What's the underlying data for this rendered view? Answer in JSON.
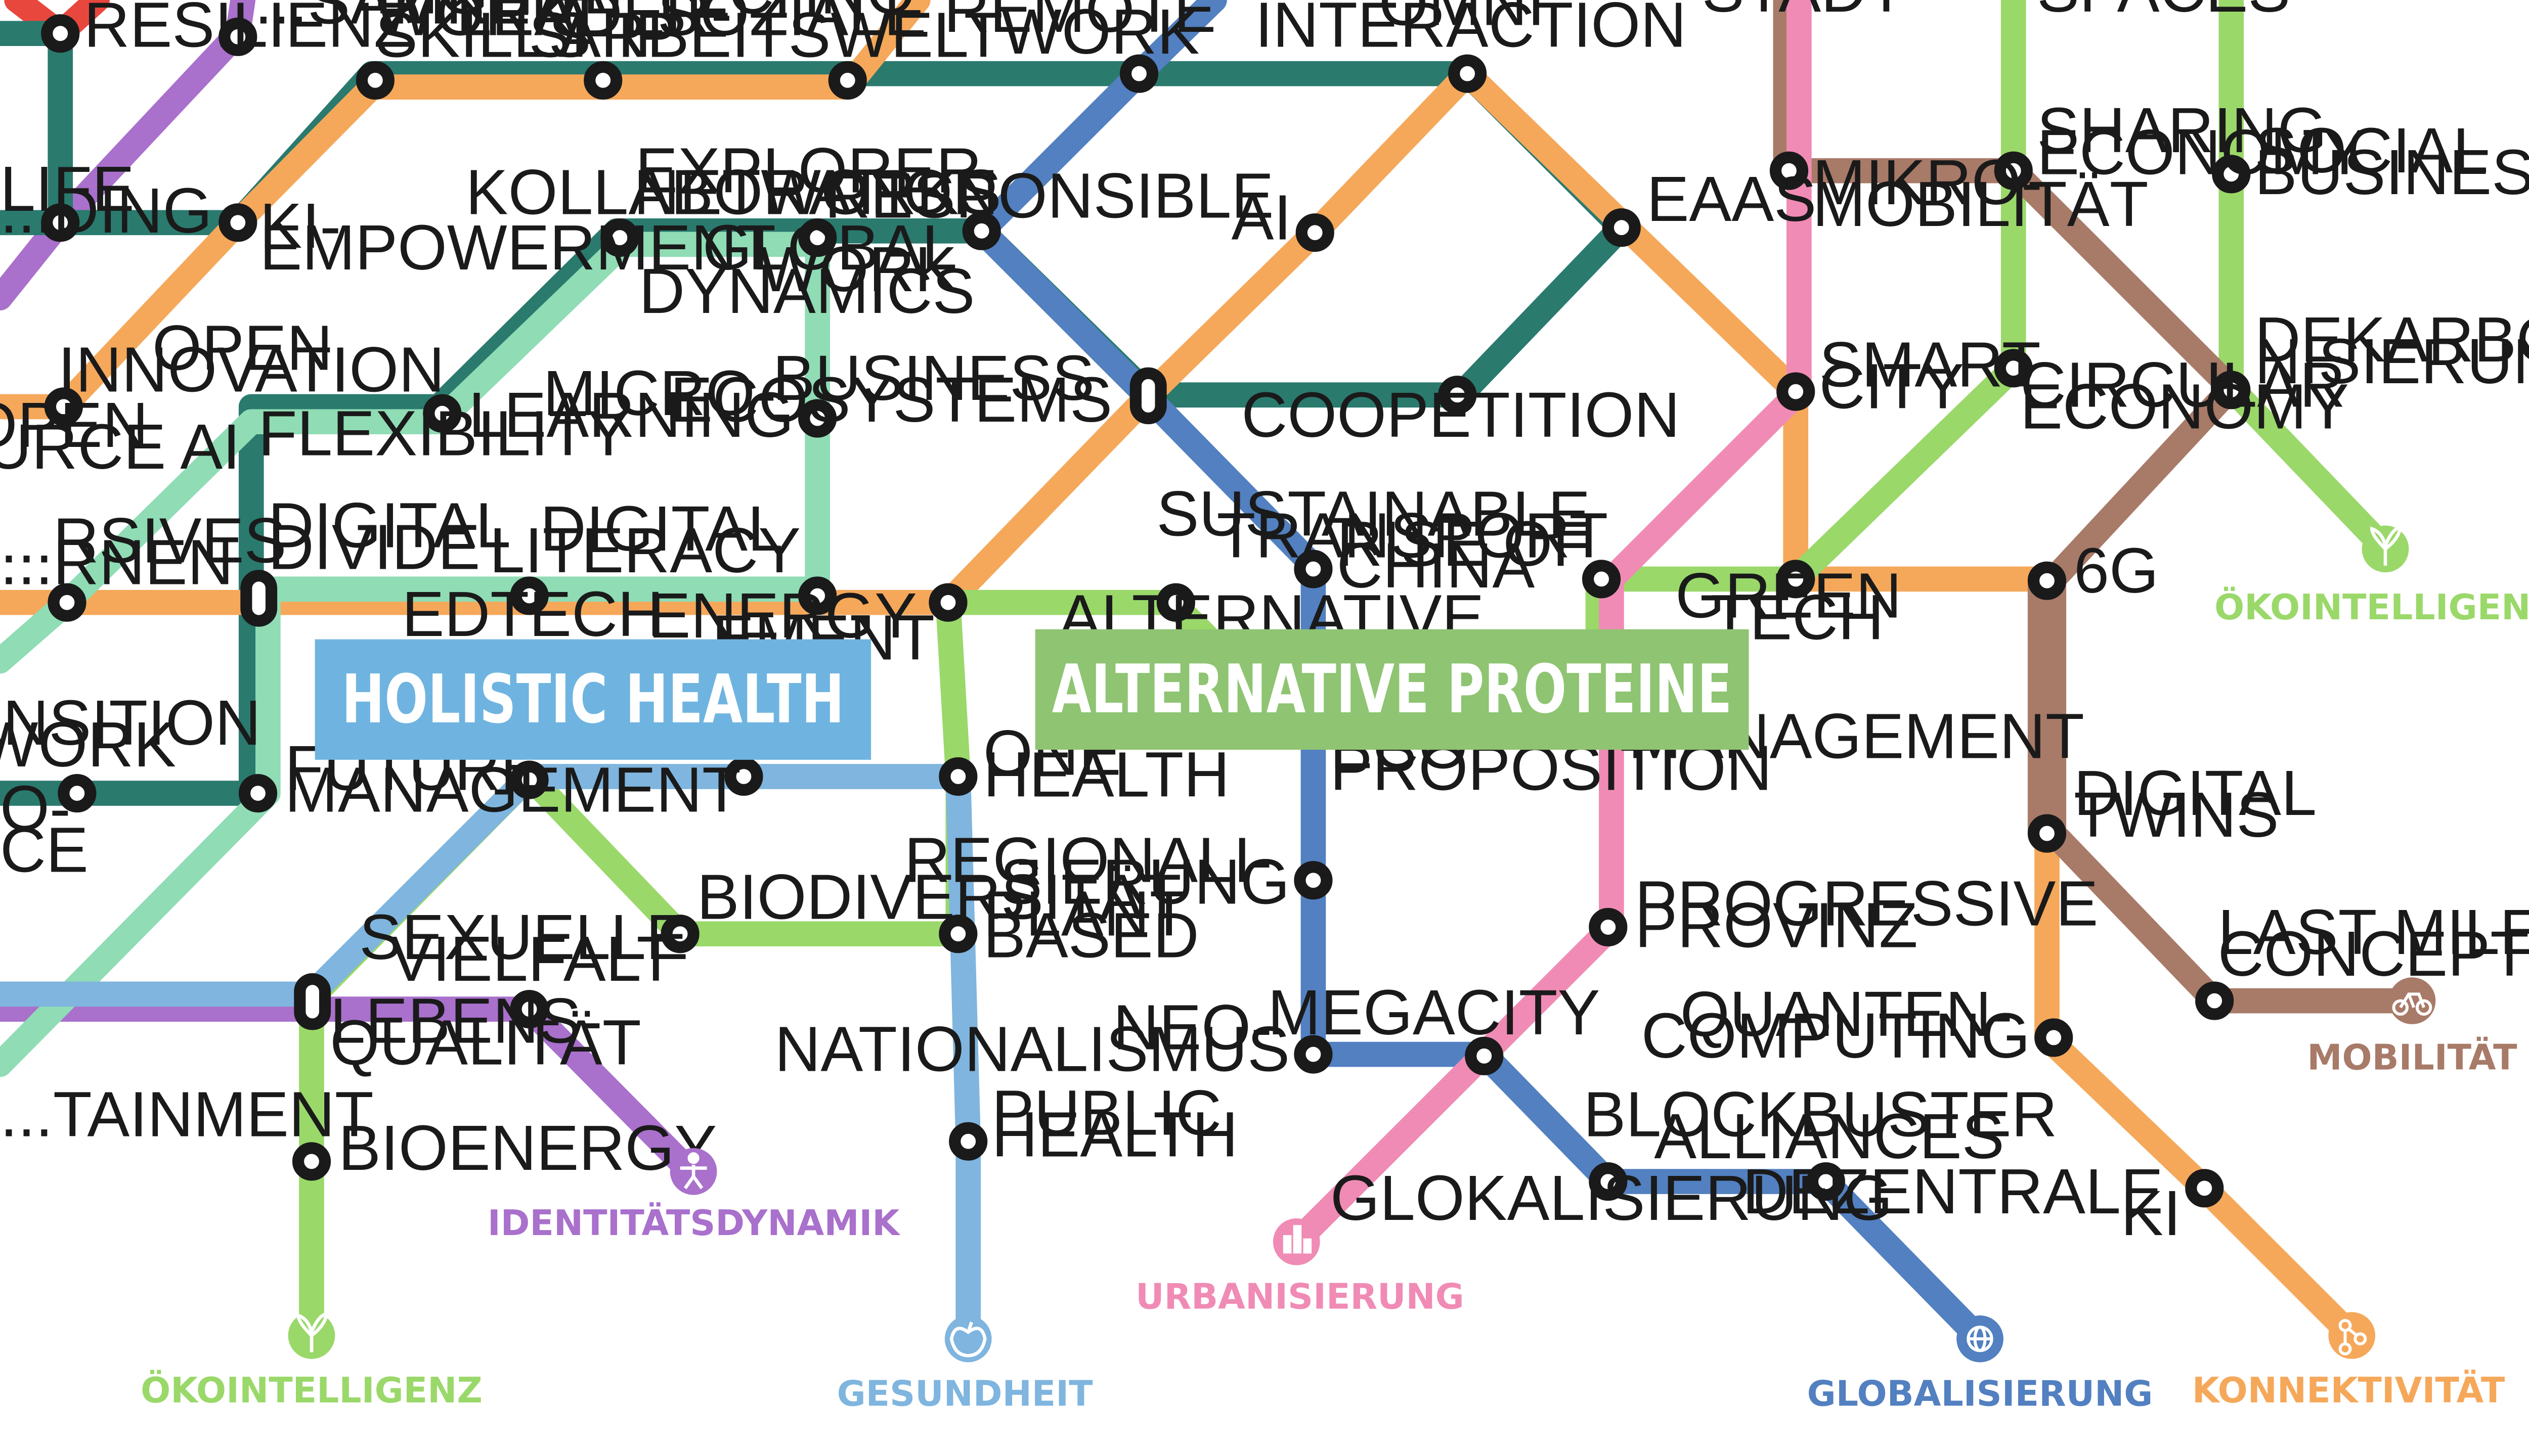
{
  "colors": {
    "teal": "#2a7a6e",
    "purple": "#a970cc",
    "orange": "#f5a85a",
    "blue": "#5280c0",
    "mint": "#8fdcb5",
    "green": "#9ad86a",
    "brown": "#a87a68",
    "pink": "#f08bb5",
    "sky": "#7fb5de",
    "red": "#e8473e",
    "banner_blue": "#6fb4e0",
    "banner_green": "#8fc472"
  },
  "banners": {
    "holistic_health": "HOLISTIC HEALTH",
    "alternative_proteine": "ALTERNATIVE PROTEINE"
  },
  "terminals": {
    "oekointelligenz_right": "ÖKOINTELLIGENZ",
    "oekointelligenz_bottom": "ÖKOINTELLIGENZ",
    "mobilitaet": "MOBILITÄT",
    "identitaetsdynamik": "IDENTITÄTSDYNAMIK",
    "urbanisierung": "URBANISIERUNG",
    "gesundheit": "GESUNDHEIT",
    "globalisierung": "GLOBALISIERUNG",
    "konnektivitaet": "KONNEKTIVITÄT"
  },
  "icons": {
    "oekointelligenz": "sprout-icon",
    "mobilitaet": "bicycle-icon",
    "identitaetsdynamik": "person-icon",
    "urbanisierung": "buildings-icon",
    "gesundheit": "apple-heart-icon",
    "globalisierung": "globe-icon",
    "konnektivitaet": "network-icon"
  },
  "stations": {
    "resilienz": "RESILIENZ",
    "achtsamkeit": "...SAMKEIT",
    "digital_work_skills": [
      "DIGITAL",
      "WORK",
      "SKILLS"
    ],
    "ai_leadership": [
      "AI",
      "LEADER-",
      "SHIP"
    ],
    "techno_soziale": [
      "TECHNO-",
      "SOZIALE",
      "ARBEITSWELT"
    ],
    "remote_work": [
      "REMOTE",
      "WORK"
    ],
    "omni_interaction": [
      "OMNI",
      "INTERACTION"
    ],
    "stadt": "STADT",
    "spaces": "SPACES",
    "life_blending": [
      "LIFE",
      "...DING"
    ],
    "ki_empowerment": [
      "KI-",
      "EMPOWERMENT"
    ],
    "kollaboration": "KOLLABORATION",
    "explorer_networks": [
      "EXPLORER",
      "NETWORKS"
    ],
    "global_work_dynamics": [
      "GLOBAL",
      "WORK",
      "DYNAMICS"
    ],
    "responsible_ai": [
      "RESPONSIBLE",
      "AI"
    ],
    "eaas": "EAAS",
    "mikro_mobilitaet": [
      "MIKRO-",
      "MOBILITÄT"
    ],
    "sharing_economy": [
      "SHARING",
      "ECONOMY"
    ],
    "social_business": [
      "SOCIAL",
      "BUSINESS"
    ],
    "open_source_ai": [
      "OPEN",
      "SOURCE AI"
    ],
    "open_innovation": [
      "OPEN",
      "INNOVATION"
    ],
    "flexibility": "FLEXIBILITY",
    "micro_learning": [
      "MICRO-",
      "LEARNING"
    ],
    "business_ecosystems": [
      "BUSINESS",
      "ECOSYSTEMS"
    ],
    "coopetition": "COOPETITION",
    "smart_city": [
      "SMART",
      "CITY"
    ],
    "circular_economy": [
      "CIRCULAR",
      "ECONOMY"
    ],
    "dekarbonisierung": [
      "DEKARBO-",
      "NISIERUNG"
    ],
    "immersive": [
      "...RSIVES",
      "...RNEN"
    ],
    "digital_divide": [
      "DIGITAL",
      "DIVIDE"
    ],
    "edtech": "EDTECH",
    "digital_literacy": [
      "DIGITAL",
      "LITERACY"
    ],
    "energy_management": [
      "ENERGY",
      "...EMENT"
    ],
    "alternative_partial": "ALTERNATIVE",
    "rise_of_china": [
      "RISE OF",
      "CHINA"
    ],
    "sustainable_transport": [
      "SUSTAINABLE",
      "TRANSPORT"
    ],
    "green_tech": [
      "GREEN",
      "TECH"
    ],
    "sixg": "6G",
    "transition_work": [
      "TRANSITION",
      "WORK"
    ],
    "future_management": [
      "FUTURE",
      "MANAGEMENT"
    ],
    "one_health": [
      "ONE",
      "HEALTH"
    ],
    "eco_proposition": [
      "ECO",
      "PROPOSITION"
    ],
    "management": "MANAGEMENT",
    "digital_twins": [
      "DIGITAL",
      "TWINS"
    ],
    "left_o": "O-",
    "left_ce": "CE",
    "biodiversitaet": "BIODIVERSITÄT",
    "regionalisierung": [
      "REGIONALI-",
      "SIERUNG"
    ],
    "progressive_provinz": [
      "PROGRESSIVE",
      "PROVINZ"
    ],
    "sexuelle_vielfalt": [
      "SEXUELLE",
      "VIELFALT"
    ],
    "plant_based": [
      "PLANT",
      "BASED"
    ],
    "last_mile": [
      "LAST MILE",
      "CONCEPTS"
    ],
    "lebensqualitaet": [
      "LEBENS-",
      "QUALITÄT"
    ],
    "neo_nationalismus": [
      "NEO-",
      "NATIONALISMUS"
    ],
    "megacity": "MEGACITY",
    "quantencomputing": [
      "QUANTEN-",
      "COMPUTING"
    ],
    "entertainment": "...TAINMENT",
    "bioenergy": "BIOENERGY",
    "public_health": [
      "PUBLIC",
      "HEALTH"
    ],
    "blockbuster_alliances": [
      "BLOCKBUSTER",
      "ALLIANCES"
    ],
    "glokalisierung": "GLOKALISIERUNG",
    "dezentrale_ki": [
      "DEZENTRALE",
      "KI"
    ]
  }
}
